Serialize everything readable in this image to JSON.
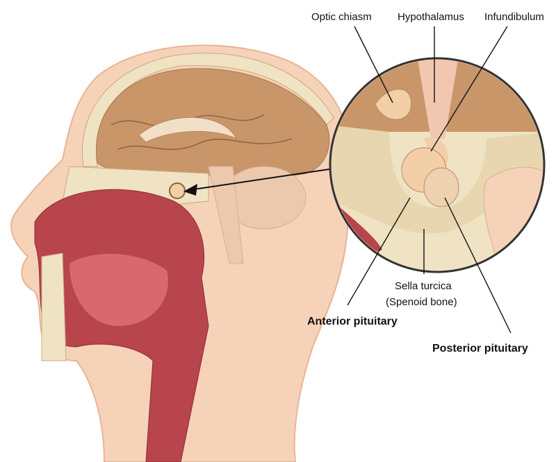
{
  "labels": {
    "optic_chiasm": "Optic chiasm",
    "hypothalamus": "Hypothalamus",
    "infundibulum": "Infundibulum",
    "sella_turcica": "Sella turcica",
    "sphenoid_bone": "(Spenoid bone)",
    "anterior_pituitary": "Anterior pituitary",
    "posterior_pituitary": "Posterior pituitary"
  },
  "colors": {
    "skin": "#f6d2b8",
    "brain": "#c9966a",
    "bone": "#efe3c4",
    "muscle": "#b8444c",
    "pituitary": "#f3cfa8"
  }
}
